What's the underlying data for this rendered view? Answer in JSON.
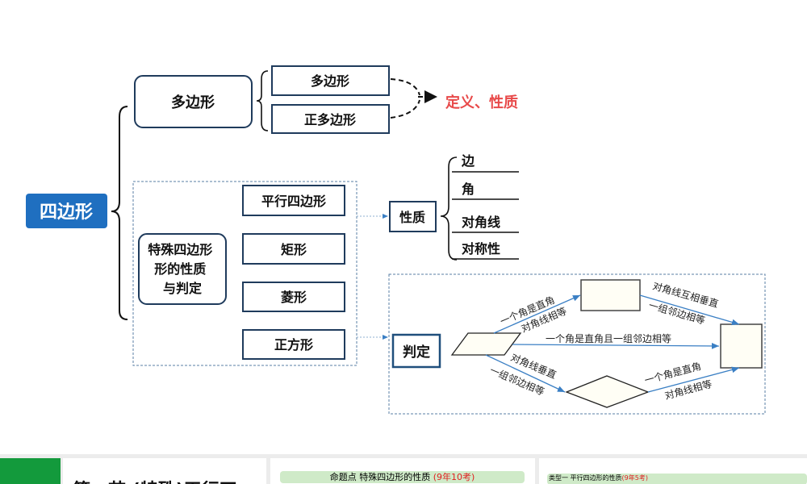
{
  "root": "四边形",
  "polygon": {
    "label": "多边形",
    "children": [
      "多边形",
      "正多边形"
    ],
    "target": "定义、性质"
  },
  "special": {
    "label_lines": [
      "特殊四边形",
      "形的性质",
      "与判定"
    ],
    "shapes": [
      "平行四边形",
      "矩形",
      "菱形",
      "正方形"
    ],
    "properties": {
      "label": "性质",
      "items": [
        "边",
        "角",
        "对角线",
        "对称性"
      ]
    },
    "judgement": {
      "label": "判定",
      "para_to_rect": [
        "一个角是直角",
        "对角线相等"
      ],
      "rect_to_square": [
        "对角线互相垂直",
        "一组邻边相等"
      ],
      "para_to_square": "一个角是直角且一组邻边相等",
      "para_to_rhombus": [
        "对角线垂直",
        "一组邻边相等"
      ],
      "rhombus_to_square": [
        "一个角是直角",
        "对角线相等"
      ]
    }
  },
  "colors": {
    "root_bg": "#1f6fc0",
    "target_text": "#e84a4a",
    "arrow": "#3a7fc4",
    "box_border": "#1f3b5c"
  },
  "bottom": {
    "panel1": "第一节 (特殊)平行四",
    "panel2": {
      "text": "命题点 特殊四边形的性质",
      "highlight": "(9年10考)"
    },
    "panel3": {
      "text": "类型一 平行四边形的性质",
      "highlight": "(9年5考)"
    }
  }
}
